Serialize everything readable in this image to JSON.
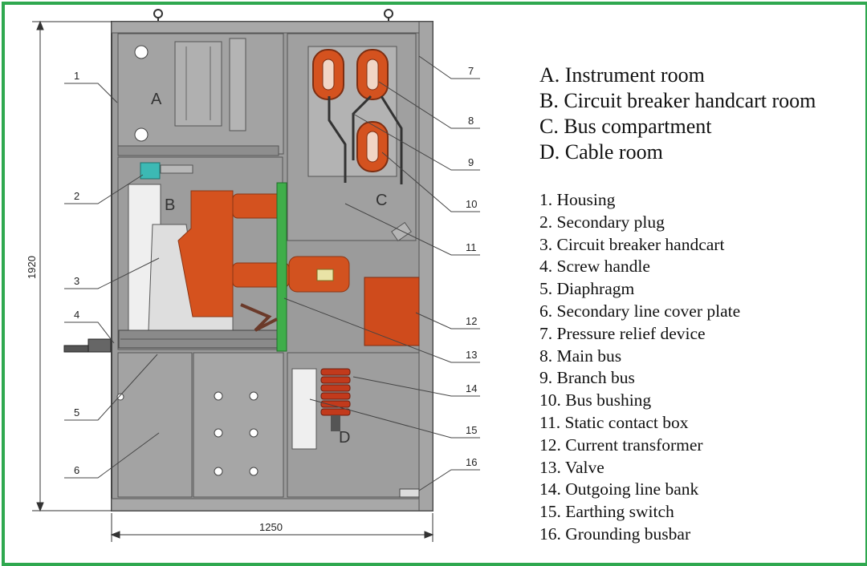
{
  "dimensions": {
    "height": "1920",
    "width": "1250"
  },
  "room_letters": [
    "A",
    "B",
    "C",
    "D"
  ],
  "callout_numbers": [
    "1",
    "2",
    "3",
    "4",
    "5",
    "6",
    "7",
    "8",
    "9",
    "10",
    "11",
    "12",
    "13",
    "14",
    "15",
    "16"
  ],
  "rooms_legend": [
    "A. Instrument room",
    "B. Circuit breaker handcart room",
    "C. Bus compartment",
    "D. Cable room"
  ],
  "parts_legend": [
    "1. Housing",
    "2. Secondary plug",
    "3. Circuit breaker handcart",
    "4. Screw handle",
    "5. Diaphragm",
    "6. Secondary line cover plate",
    "7. Pressure relief device",
    "8. Main bus",
    "9. Branch bus",
    "10. Bus bushing",
    "11. Static contact box",
    "12. Current transformer",
    "13. Valve",
    "14. Outgoing line bank",
    "15. Earthing switch",
    "16. Grounding busbar"
  ],
  "colors": {
    "border": "#2fa84f",
    "panel": "#9a9a9a",
    "copper": "#d2521f",
    "green_partition": "#3fae4a"
  }
}
